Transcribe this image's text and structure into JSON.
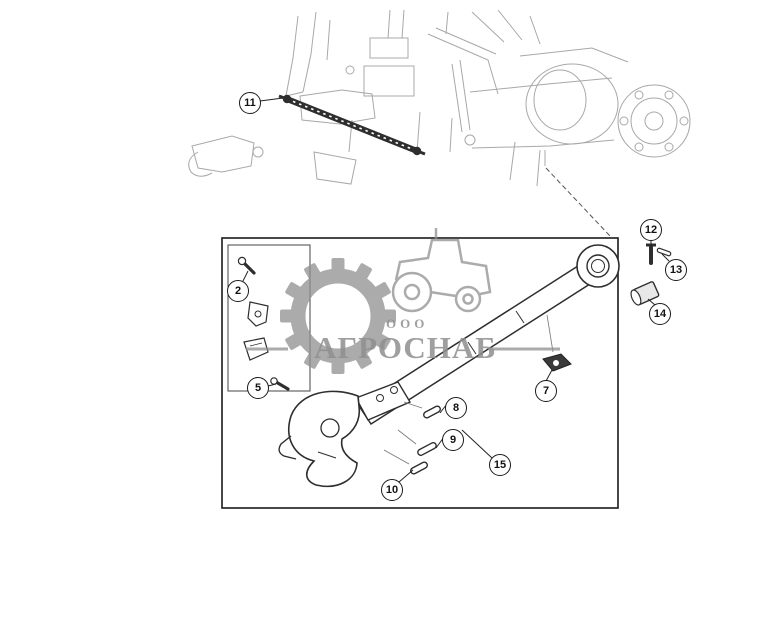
{
  "watermark": {
    "prefix": "ООО",
    "name": "АГРОСНАБ",
    "color": "#8f8f8f"
  },
  "diagram": {
    "accent_color": "#2e2e2e",
    "line_color": "#a0a0a0"
  },
  "callouts": {
    "c2": {
      "label": "2"
    },
    "c5": {
      "label": "5"
    },
    "c7": {
      "label": "7"
    },
    "c8": {
      "label": "8"
    },
    "c9": {
      "label": "9"
    },
    "c10": {
      "label": "10"
    },
    "c11": {
      "label": "11"
    },
    "c12": {
      "label": "12"
    },
    "c13": {
      "label": "13"
    },
    "c14": {
      "label": "14"
    },
    "c15": {
      "label": "15"
    }
  }
}
